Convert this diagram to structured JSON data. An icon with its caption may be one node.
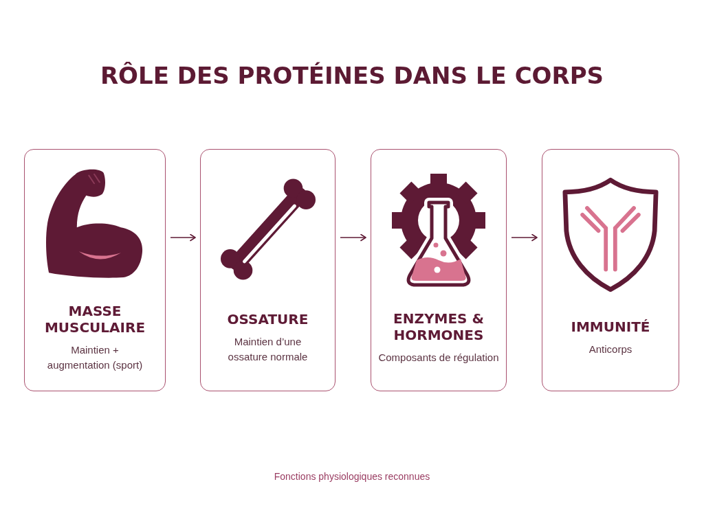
{
  "diagram": {
    "title": "RÔLE DES PROTÉINES DANS LE CORPS",
    "caption": "Fonctions physiologiques reconnues",
    "nodes": [
      {
        "text": [
          "MASSE MUSCULAIRE",
          "Maintien + augmentation (sport)"
        ]
      },
      {
        "text": [
          "OSSATURE",
          "Maintien d’une ossature normale"
        ]
      },
      {
        "text": [
          "ENZYMES & HORMONES",
          "Composants de régulation"
        ]
      },
      {
        "text": [
          "IMMUNITÉ",
          "Anticorps"
        ]
      }
    ],
    "edges": [
      {
        "from": 0,
        "to": 1,
        "arrow": "to"
      },
      {
        "from": 1,
        "to": 2,
        "arrow": "to"
      },
      {
        "from": 2,
        "to": 3,
        "arrow": "to"
      }
    ]
  }
}
